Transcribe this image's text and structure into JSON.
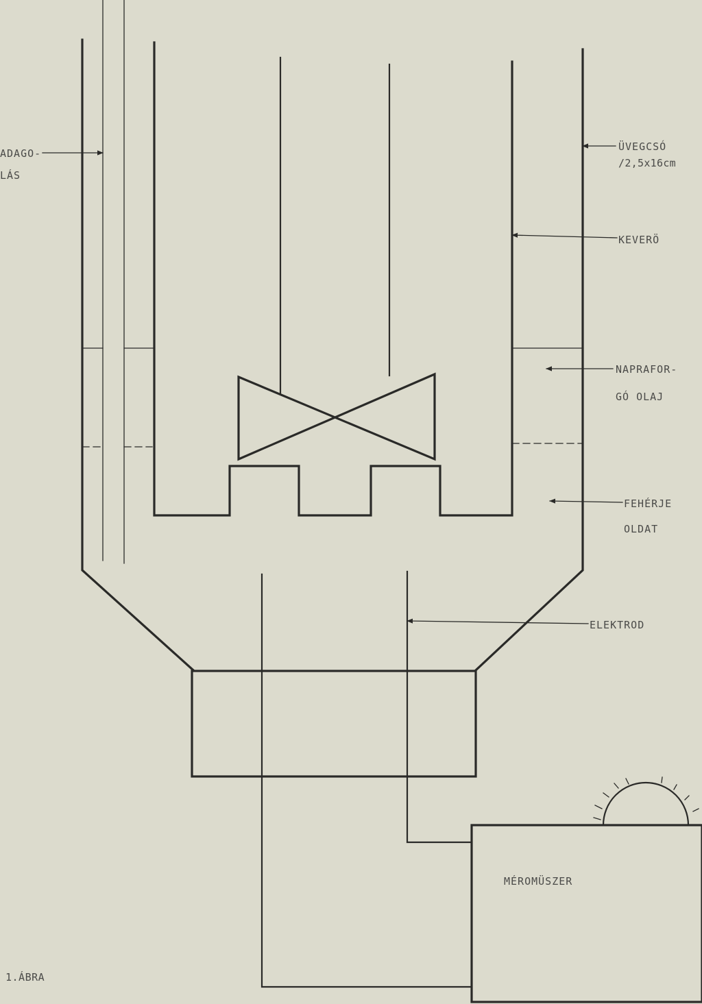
{
  "labels": {
    "adagolas_line1": "ADAGO-",
    "adagolas_line2": "LÁS",
    "uvegcso_line1": "ÜVEGCSÓ",
    "uvegcso_line2": "/2,5x16cm",
    "kevero": "KEVERÖ",
    "napraforgo_line1": "NAPRAFOR-",
    "napraforgo_line2": "GÓ OLAJ",
    "feherje_line1": "FEHÉRJE",
    "feherje_line2": "OLDAT",
    "elektrod": "ELEKTROD",
    "meromuszer": "MÉROMÜSZER",
    "figure": "1.ÁBRA"
  },
  "colors": {
    "paper": "#dcdbcd",
    "ink": "#2a2a28",
    "text": "#4a4a48"
  }
}
